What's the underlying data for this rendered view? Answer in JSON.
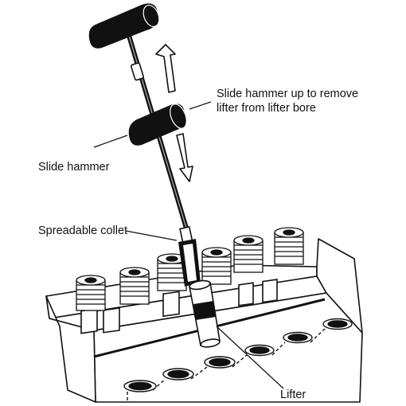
{
  "labels": {
    "slide_up_line1": "Slide hammer up to remove",
    "slide_up_line2": "lifter from lifter bore",
    "slide_hammer": "Slide hammer",
    "spreadable_collet": "Spreadable collet",
    "lifter": "Lifter"
  },
  "colors": {
    "ink": "#111111",
    "background": "#ffffff"
  },
  "icons": {
    "up_arrow": "outline-arrow-up",
    "down_arrow": "outline-arrow-down"
  }
}
